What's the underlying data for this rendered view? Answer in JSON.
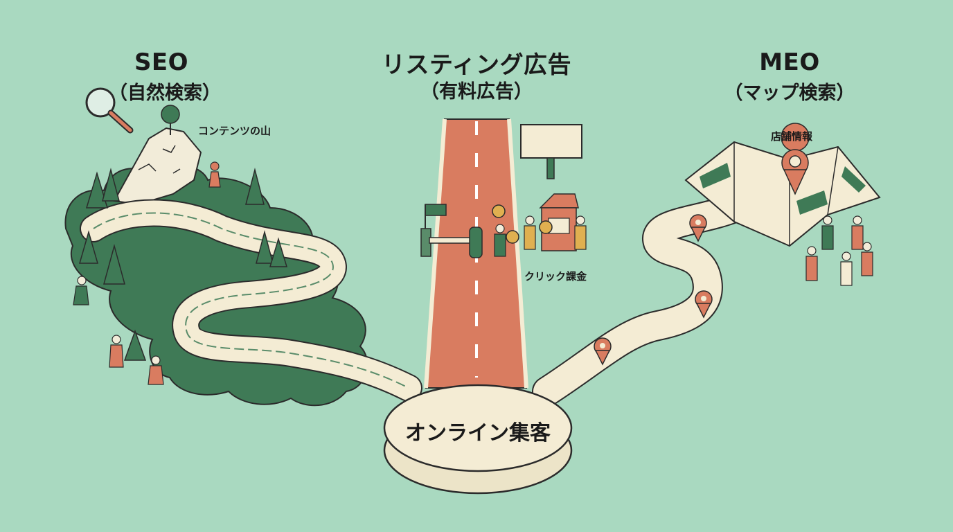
{
  "columns": {
    "seo": {
      "title": "SEO",
      "subtitle": "（自然検索）",
      "annotation": "コンテンツの山"
    },
    "listing": {
      "title": "リスティング広告",
      "subtitle": "（有料広告）",
      "annotation": "クリック課金"
    },
    "meo": {
      "title": "MEO",
      "subtitle": "（マップ検索）",
      "annotation": "店舗情報"
    }
  },
  "center": {
    "label": "オンライン集客"
  },
  "icons": [
    "magnifier-icon",
    "tree-icon",
    "coin-icon",
    "billboard-icon",
    "map-pin-icon",
    "folded-map-icon"
  ],
  "colors": {
    "background": "#a9d9c0",
    "forest": "#3f7a56",
    "road": "#d97c60",
    "path": "#f4ecd4",
    "pin": "#d97c60",
    "outline": "#2b2b2b"
  }
}
